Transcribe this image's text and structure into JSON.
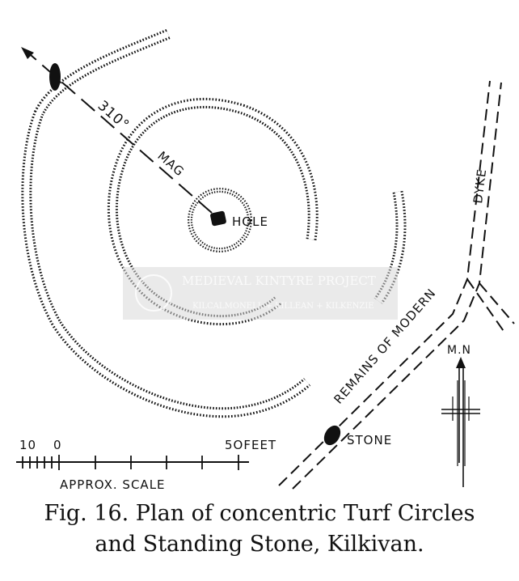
{
  "diagram": {
    "bearing_label": "310°",
    "bearing_mag_label": "MAG",
    "hole_label": "HOLE",
    "stone_label": "STONE",
    "dyke_label_1": "REMAINS OF MODERN",
    "dyke_label_2": "DYKE",
    "north_label": "M.N",
    "scale": {
      "label_10": "10",
      "label_0": "0",
      "label_50": "5OFEET",
      "caption": "APPROX. SCALE"
    }
  },
  "watermark": {
    "line1": "MEDIEVAL KINTYRE PROJECT",
    "line2": "KILCALMONELL + KILLEAN + KILKENZIE"
  },
  "caption": {
    "line1": "Fig. 16. Plan of concentric Turf Circles",
    "line2": "and Standing Stone, Kilkivan."
  }
}
